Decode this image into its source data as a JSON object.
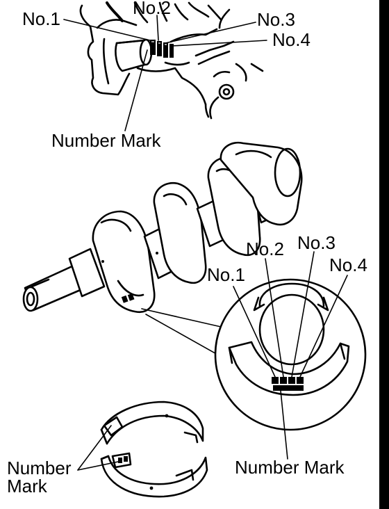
{
  "labels": {
    "top_no1": "No.1",
    "top_no2": "No.2",
    "top_no3": "No.3",
    "top_no4": "No.4",
    "top_number_mark": "Number Mark",
    "mid_no1": "No.1",
    "mid_no2": "No.2",
    "mid_no3": "No.3",
    "mid_no4": "No.4",
    "mid_number_mark": "Number Mark",
    "bottom_number": "Number",
    "bottom_mark": "Mark"
  }
}
